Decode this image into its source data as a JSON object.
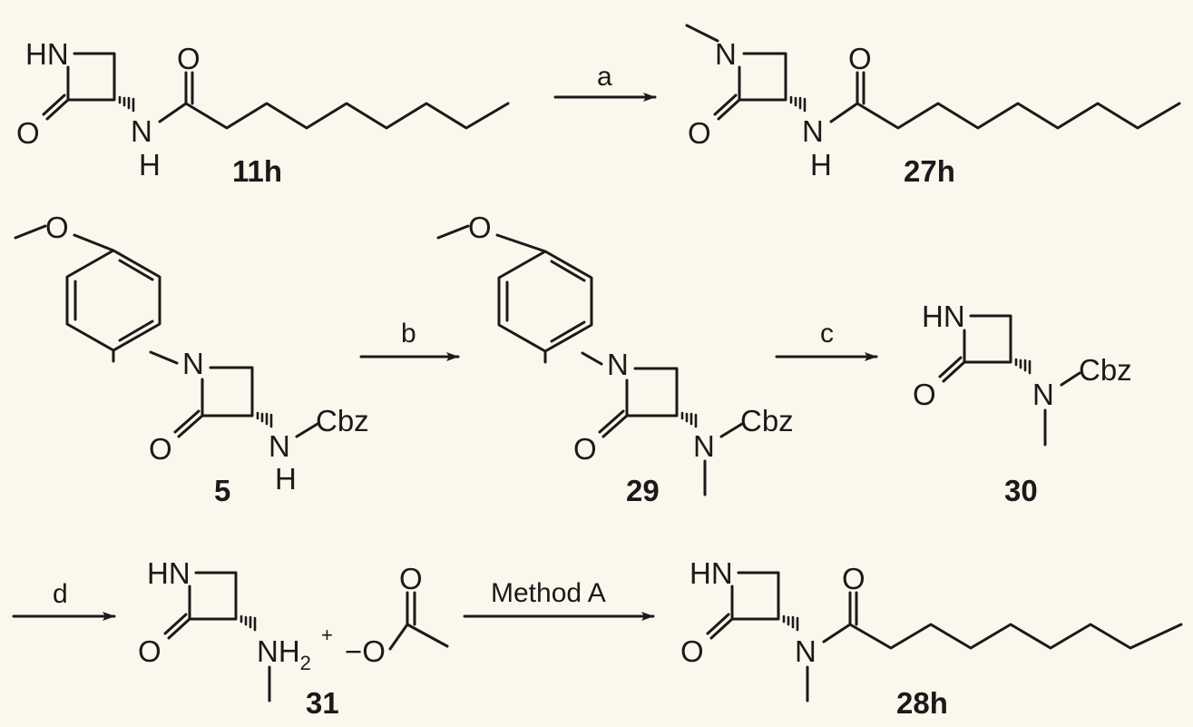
{
  "compounds": {
    "c11h": "11h",
    "c27h": "27h",
    "c5": "5",
    "c29": "29",
    "c30": "30",
    "c31": "31",
    "c28h": "28h"
  },
  "conditions": {
    "a": "a",
    "b": "b",
    "c": "c",
    "d": "d",
    "method_a": "Method A"
  },
  "atoms": {
    "hn": "HN",
    "n": "N",
    "o": "O",
    "h": "H",
    "cbz": "Cbz",
    "nh2": "NH",
    "sub2": "2",
    "plus": "+",
    "neg_o": "−O"
  },
  "colors": {
    "background": "#fbf7ec",
    "ink": "#1a1a1a"
  }
}
